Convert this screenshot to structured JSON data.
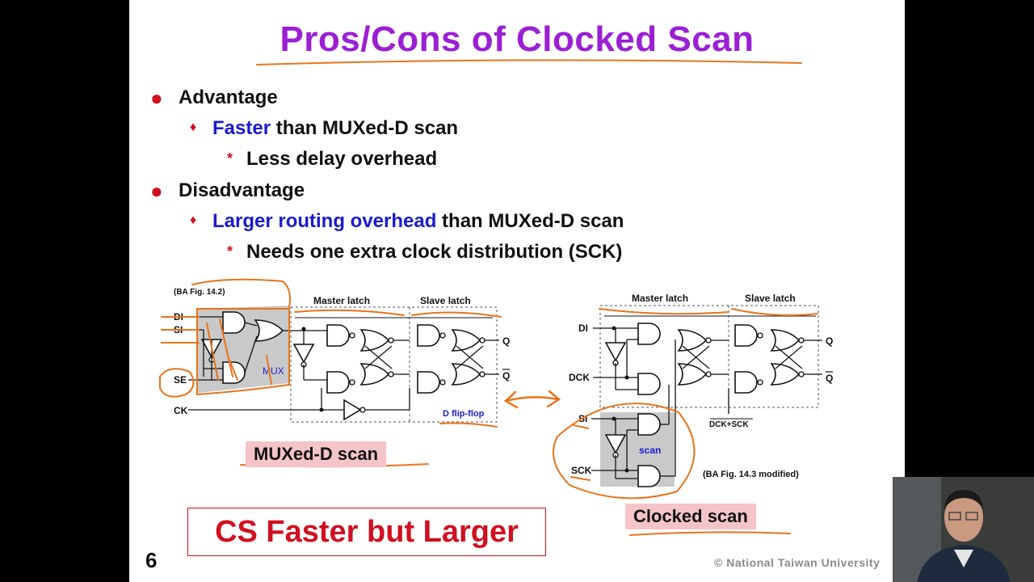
{
  "slide": {
    "title": "Pros/Cons of Clocked Scan",
    "bullets": [
      {
        "level": 1,
        "text": "Advantage"
      },
      {
        "level": 2,
        "highlight": "Faster",
        "rest": " than MUXed-D scan"
      },
      {
        "level": 3,
        "text": "Less delay overhead"
      },
      {
        "level": 1,
        "text": "Disadvantage"
      },
      {
        "level": 2,
        "highlight": "Larger routing overhead",
        "rest": " than MUXed-D scan"
      },
      {
        "level": 3,
        "text": "Needs one extra clock distribution (SCK)"
      }
    ],
    "page_number": "6",
    "copyright": "© National  Taiwan  University",
    "conclusion": "CS Faster but Larger"
  },
  "left_figure": {
    "ref": "(BA Fig. 14.2)",
    "master": "Master latch",
    "slave": "Slave latch",
    "mux": "MUX",
    "dff": "D flip-flop",
    "inputs": {
      "di": "DI",
      "si": "SI",
      "se": "SE",
      "ck": "CK"
    },
    "outputs": {
      "q": "Q",
      "qb": "Q"
    },
    "caption": "MUXed-D scan"
  },
  "right_figure": {
    "master": "Master latch",
    "slave": "Slave latch",
    "inputs": {
      "di": "DI",
      "dck": "DCK",
      "si": "SI",
      "sck": "SCK"
    },
    "outputs": {
      "q": "Q",
      "qb": "Q"
    },
    "clk": "DCK+SCK",
    "scan": "scan",
    "ref": "(BA Fig. 14.3 modified)",
    "caption": "Clocked scan"
  },
  "colors": {
    "title": "#9b1fd4",
    "highlight": "#1a1acf",
    "accent": "#d01020",
    "ink": "#e8741a",
    "tag": "#f5c4c9"
  }
}
